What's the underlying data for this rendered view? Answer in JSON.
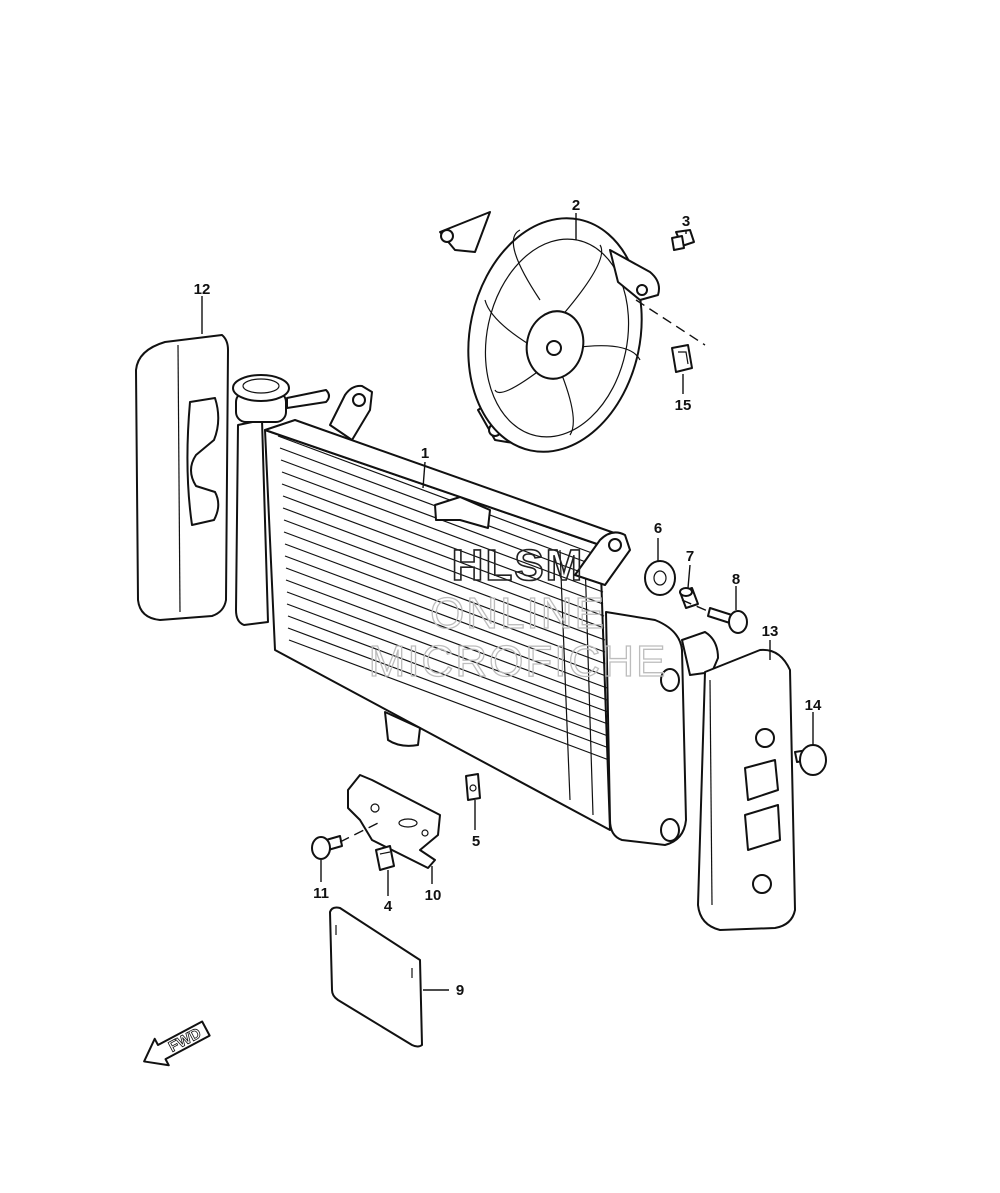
{
  "callouts": {
    "p1": "1",
    "p2": "2",
    "p3": "3",
    "p4": "4",
    "p5": "5",
    "p6": "6",
    "p7": "7",
    "p8": "8",
    "p9": "9",
    "p10": "10",
    "p11": "11",
    "p12": "12",
    "p13": "13",
    "p14": "14",
    "p15": "15"
  },
  "direction_arrow": {
    "label": "FWD"
  },
  "watermark": {
    "line1": "HLSM",
    "line2": "ONLINE",
    "line3": "MICROFICHE"
  }
}
